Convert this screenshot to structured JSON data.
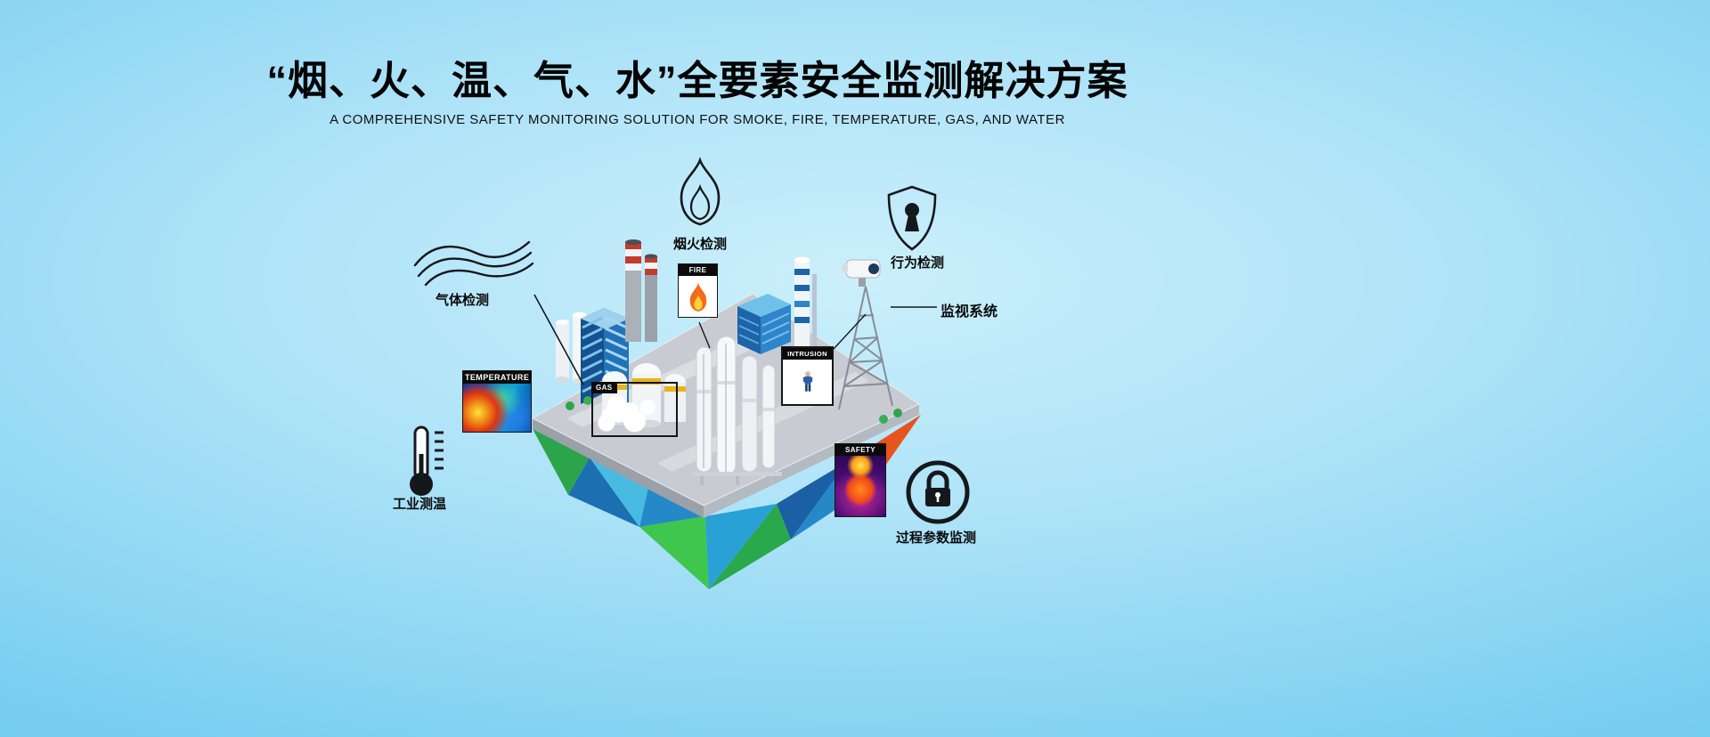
{
  "hero": {
    "title": "“烟、火、温、气、水”全要素安全监测解决方案",
    "subtitle": "A COMPREHENSIVE SAFETY MONITORING SOLUTION FOR SMOKE, FIRE, TEMPERATURE, GAS, AND WATER"
  },
  "callouts": {
    "gas_detection": {
      "label": "气体检测",
      "icon": "smoke-waves-icon"
    },
    "smoke_fire_detection": {
      "label": "烟火检测",
      "icon": "flame-outline-icon"
    },
    "behavior_detection": {
      "label": "行为检测",
      "icon": "shield-keyhole-icon"
    },
    "surveillance_system": {
      "label": "监视系统",
      "icon": "cctv-camera"
    },
    "industrial_thermometry": {
      "label": "工业测温",
      "icon": "thermometer-icon"
    },
    "process_parameter_monitoring": {
      "label": "过程参数监测",
      "icon": "lock-circle-icon"
    }
  },
  "scene_tags": {
    "temperature": {
      "label": "TEMPERATURE",
      "type": "thermal-image"
    },
    "fire": {
      "label": "FIRE",
      "type": "flame-marker"
    },
    "gas": {
      "label": "GAS",
      "type": "gas-leak-marker"
    },
    "intrusion": {
      "label": "INTRUSION",
      "type": "person-marker"
    },
    "safety": {
      "label": "SAFETY",
      "type": "thermal-person-image"
    }
  },
  "colors": {
    "background_edge": "#46b9e8",
    "background_center": "#cbeffb",
    "island_orange": "#e8541d",
    "island_green": "#3ec64e",
    "island_blue": "#1c6fb0",
    "island_cyan": "#47bbe2",
    "flame_orange": "#f26c1a",
    "text": "#0a0a0a"
  }
}
